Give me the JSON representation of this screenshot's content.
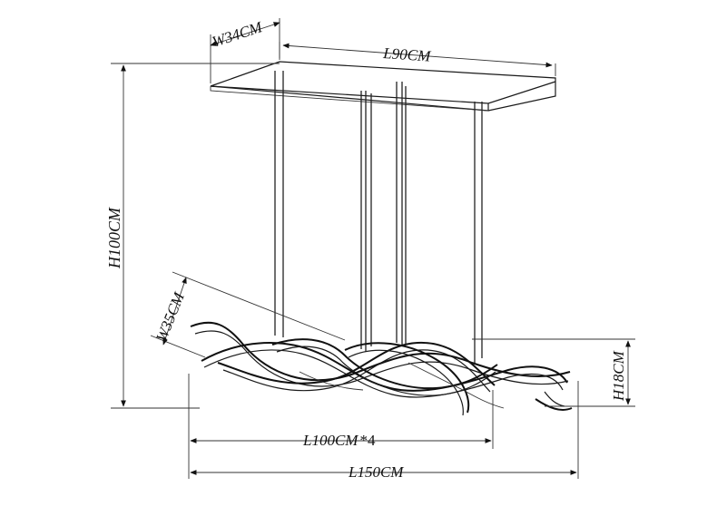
{
  "labels": {
    "canopy_width": "W34CM",
    "canopy_length": "L90CM",
    "total_height": "H100CM",
    "fixture_width": "W35CM",
    "fixture_height": "H18CM",
    "inner_length": "L100CM",
    "inner_length_suffix": "*4",
    "total_length": "L150CM"
  }
}
